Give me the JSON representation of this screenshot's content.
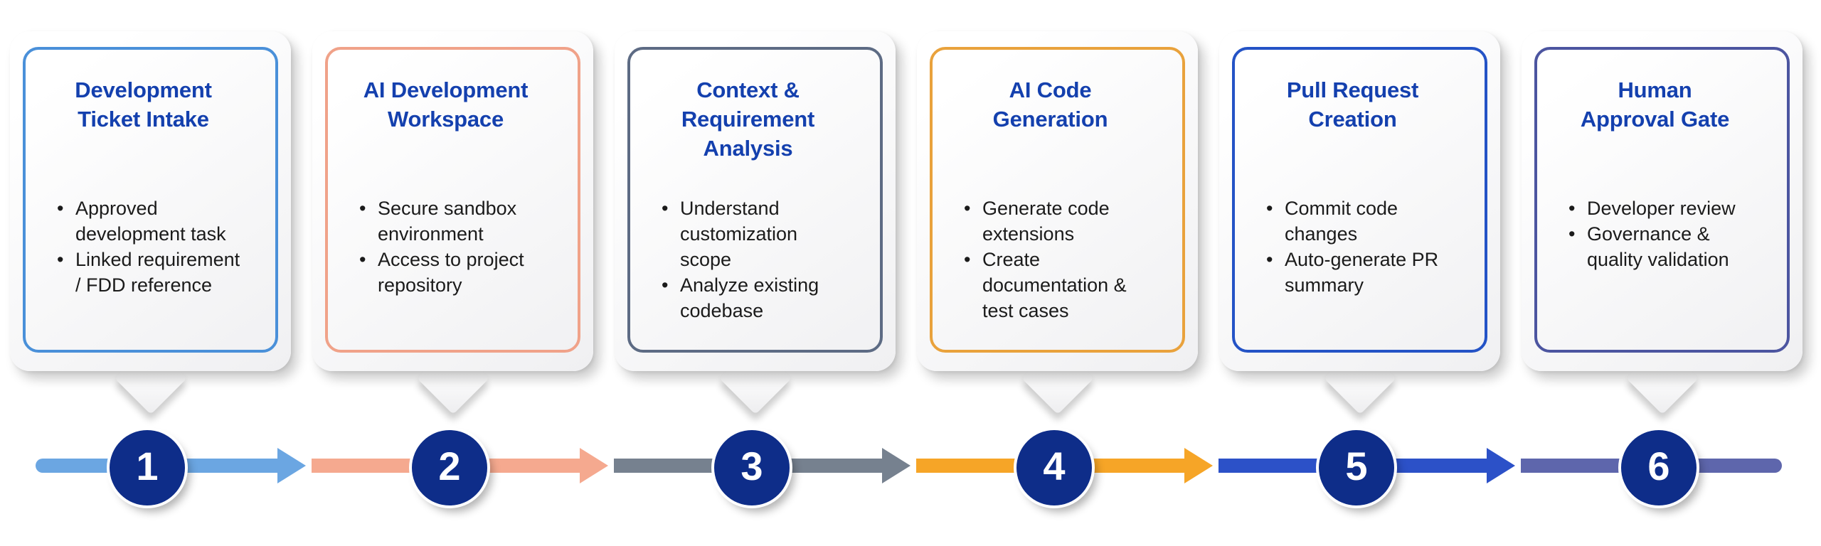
{
  "steps": [
    {
      "number": "1",
      "title": "Development Ticket Intake",
      "title_lines": [
        "Development",
        "Ticket Intake"
      ],
      "bullets": [
        "Approved development task",
        "Linked requirement / FDD reference"
      ],
      "accent": "#4A90D9",
      "bar": "#6BA6E2"
    },
    {
      "number": "2",
      "title": "AI Development Workspace",
      "title_lines": [
        "AI Development",
        "Workspace"
      ],
      "bullets": [
        "Secure sandbox environment",
        "Access to project repository"
      ],
      "accent": "#F0A289",
      "bar": "#F5A98F"
    },
    {
      "number": "3",
      "title": "Context & Requirement Analysis",
      "title_lines": [
        "Context &",
        "Requirement",
        "Analysis"
      ],
      "bullets": [
        "Understand customization scope",
        "Analyze existing codebase"
      ],
      "accent": "#5D6B84",
      "bar": "#76818F"
    },
    {
      "number": "4",
      "title": "AI Code Generation",
      "title_lines": [
        "AI Code",
        "Generation"
      ],
      "bullets": [
        "Generate code extensions",
        "Create documentation & test cases"
      ],
      "accent": "#E9A23C",
      "bar": "#F6A527"
    },
    {
      "number": "5",
      "title": "Pull Request Creation",
      "title_lines": [
        "Pull Request",
        "Creation"
      ],
      "bullets": [
        "Commit code changes",
        "Auto-generate PR summary"
      ],
      "accent": "#2453C6",
      "bar": "#2C51C8"
    },
    {
      "number": "6",
      "title": "Human Approval Gate",
      "title_lines": [
        "Human",
        "Approval Gate"
      ],
      "bullets": [
        "Developer review",
        "Governance & quality validation"
      ],
      "accent": "#4C55A0",
      "bar": "#5E66AC"
    }
  ],
  "colors": {
    "circle": "#0E2D89",
    "number_text": "#FFFFFF",
    "title_text": "#1440AE",
    "body_text": "#1B1B1B"
  }
}
